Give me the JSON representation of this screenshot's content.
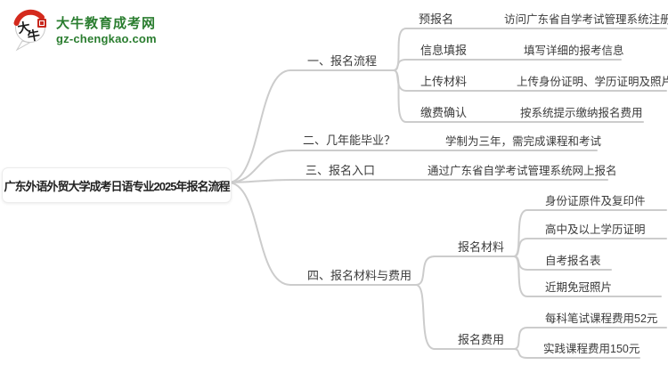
{
  "logo": {
    "brand": "大牛教育成考网",
    "domain": "gz-chengkao.com",
    "icon_char_1": "大",
    "icon_char_2": "牛",
    "brand_color": "#2a7d2f",
    "seal_color": "#c8281e"
  },
  "root": {
    "label": "广东外语外贸大学成考日语专业2025年报名流程"
  },
  "colors": {
    "blue": "#3B94F0",
    "orange": "#F7A428",
    "green": "#2DBE6C",
    "pink": "#F2187D"
  },
  "branches": [
    {
      "label": "一、报名流程",
      "children": [
        {
          "label": "预报名",
          "desc": "访问广东省自学考试管理系统注册"
        },
        {
          "label": "信息填报",
          "desc": "填写详细的报考信息"
        },
        {
          "label": "上传材料",
          "desc": "上传身份证明、学历证明及照片"
        },
        {
          "label": "缴费确认",
          "desc": "按系统提示缴纳报名费用"
        }
      ]
    },
    {
      "label": "二、几年能毕业？",
      "desc": "学制为三年，需完成课程和考试"
    },
    {
      "label": "三、报名入口",
      "desc": "通过广东省自学考试管理系统网上报名"
    },
    {
      "label": "四、报名材料与费用",
      "children": [
        {
          "label": "报名材料",
          "items": [
            "身份证原件及复印件",
            "高中及以上学历证明",
            "自考报名表",
            "近期免冠照片"
          ]
        },
        {
          "label": "报名费用",
          "items": [
            "每科笔试课程费用52元",
            "实践课程费用150元"
          ]
        }
      ]
    }
  ]
}
